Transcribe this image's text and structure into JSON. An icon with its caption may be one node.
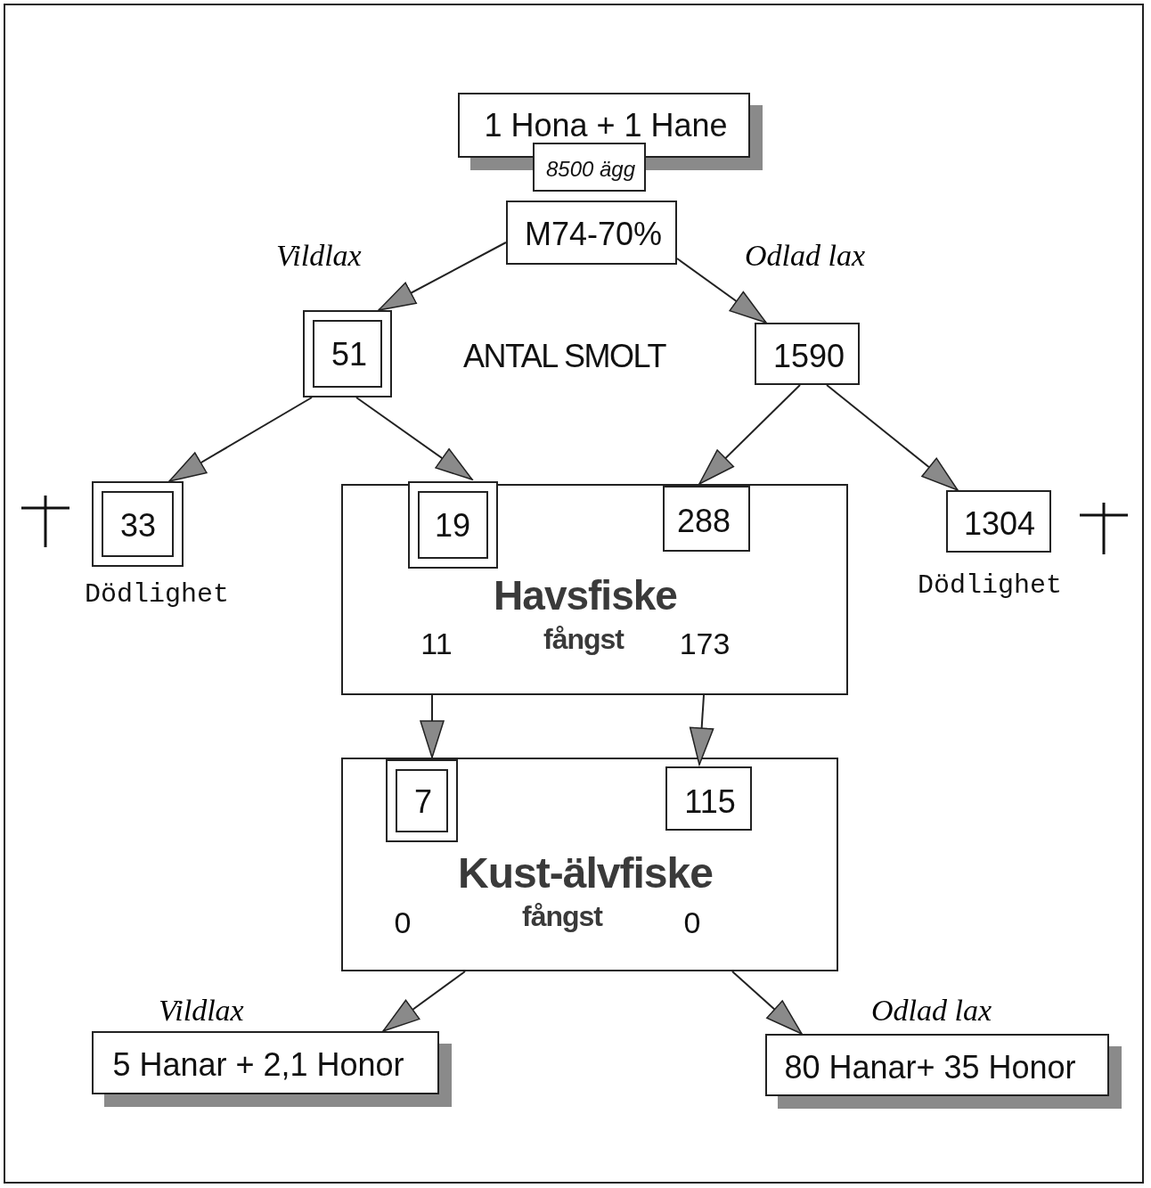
{
  "diagram": {
    "nodes": [
      {
        "text": [
          "1 Hona + 1 Hane"
        ]
      },
      {
        "text": [
          "8500 ägg"
        ]
      },
      {
        "text": [
          "M74-70%"
        ]
      },
      {
        "text": [
          "51"
        ]
      },
      {
        "text": [
          "1590"
        ]
      },
      {
        "text": [
          "33"
        ],
        "beside": [
          "Dödlighet"
        ]
      },
      {
        "text": [
          "Havsfiske",
          "11",
          "fångst",
          "173"
        ]
      },
      {
        "text": [
          "19"
        ],
        "in": 6
      },
      {
        "text": [
          "288"
        ],
        "in": 6
      },
      {
        "text": [
          "1304"
        ],
        "beside": [
          "Dödlighet"
        ]
      },
      {
        "text": [
          "Kust-älvfiske",
          "0",
          "fångst",
          "0"
        ]
      },
      {
        "text": [
          "7"
        ],
        "in": 10
      },
      {
        "text": [
          "115"
        ],
        "in": 10
      },
      {
        "text": [
          "5 Hanar + 2,1 Honor"
        ]
      },
      {
        "text": [
          "80 Hanar+ 35 Honor"
        ]
      }
    ],
    "edges": [
      {
        "from": 2,
        "to": 3,
        "arrow": "to",
        "label": "Vildlax"
      },
      {
        "from": 2,
        "to": 4,
        "arrow": "to",
        "label": "Odlad lax"
      },
      {
        "from": 3,
        "to": 5,
        "arrow": "to"
      },
      {
        "from": 3,
        "to": 7,
        "arrow": "to"
      },
      {
        "from": 4,
        "to": 8,
        "arrow": "to"
      },
      {
        "from": 4,
        "to": 9,
        "arrow": "to"
      },
      {
        "from": 6,
        "to": 11,
        "arrow": "to"
      },
      {
        "from": 6,
        "to": 12,
        "arrow": "to"
      },
      {
        "from": 10,
        "to": 13,
        "arrow": "to",
        "label": "Vildlax"
      },
      {
        "from": 10,
        "to": 14,
        "arrow": "to",
        "label": "Odlad lax"
      }
    ],
    "labels": [
      "ANTAL SMOLT"
    ]
  }
}
